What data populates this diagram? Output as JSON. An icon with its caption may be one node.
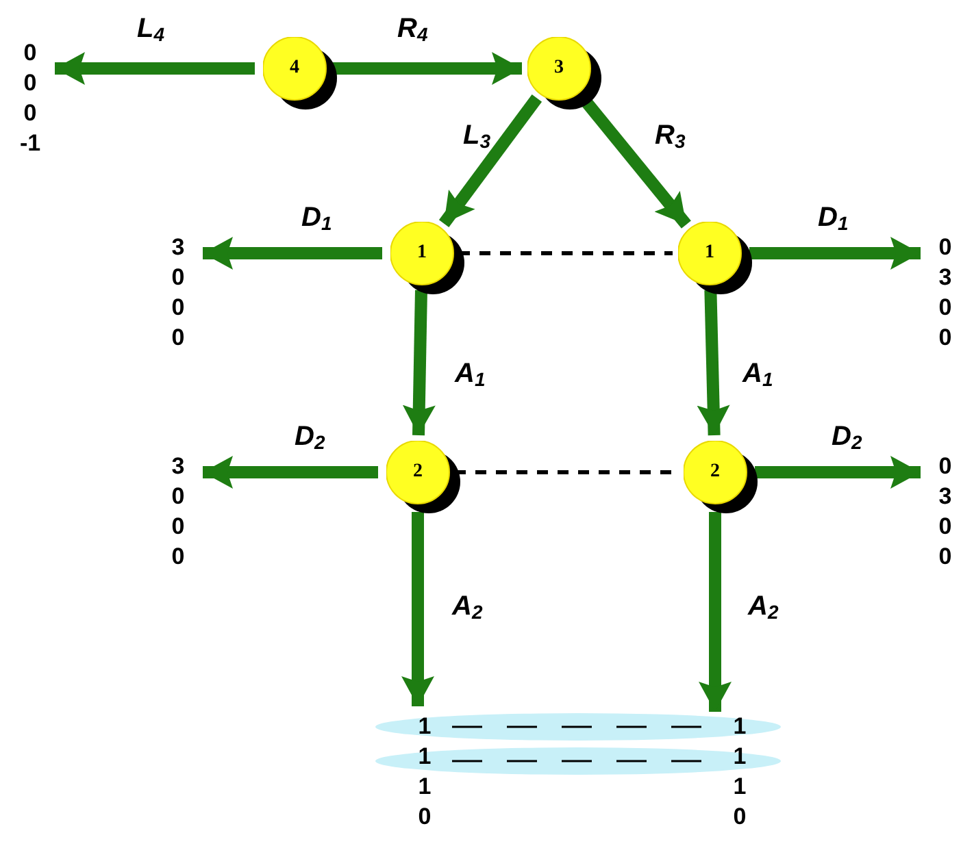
{
  "diagram": {
    "nodes": [
      {
        "text": [
          "4"
        ]
      },
      {
        "text": [
          "3"
        ]
      },
      {
        "text": [
          "1"
        ]
      },
      {
        "text": [
          "1"
        ]
      },
      {
        "text": [
          "2"
        ]
      },
      {
        "text": [
          "2"
        ]
      },
      {
        "text": [
          "0",
          "0",
          "0",
          "-1"
        ]
      },
      {
        "text": [
          "3",
          "0",
          "0",
          "0"
        ]
      },
      {
        "text": [
          "0",
          "3",
          "0",
          "0"
        ]
      },
      {
        "text": [
          "3",
          "0",
          "0",
          "0"
        ]
      },
      {
        "text": [
          "0",
          "3",
          "0",
          "0"
        ]
      },
      {
        "text": [
          "1",
          "1",
          "1",
          "0"
        ]
      },
      {
        "text": [
          "1",
          "1",
          "1",
          "0"
        ]
      }
    ],
    "edges": [
      {
        "from": 0,
        "to": 6,
        "arrow": "to",
        "label": "L$_{4}$"
      },
      {
        "from": 0,
        "to": 1,
        "arrow": "to",
        "label": "R$_{4}$"
      },
      {
        "from": 1,
        "to": 2,
        "arrow": "to",
        "label": "L$_{3}$"
      },
      {
        "from": 1,
        "to": 3,
        "arrow": "to",
        "label": "R$_{3}$"
      },
      {
        "from": 2,
        "to": 7,
        "arrow": "to",
        "label": "D$_{1}$"
      },
      {
        "from": 3,
        "to": 8,
        "arrow": "to",
        "label": "D$_{1}$"
      },
      {
        "from": 2,
        "to": 4,
        "arrow": "to",
        "label": "A$_{1}$"
      },
      {
        "from": 3,
        "to": 5,
        "arrow": "to",
        "label": "A$_{1}$"
      },
      {
        "from": 4,
        "to": 9,
        "arrow": "to",
        "label": "D$_{2}$"
      },
      {
        "from": 5,
        "to": 10,
        "arrow": "to",
        "label": "D$_{2}$"
      },
      {
        "from": 4,
        "to": 11,
        "arrow": "to",
        "label": "A$_{2}$"
      },
      {
        "from": 5,
        "to": 12,
        "arrow": "to",
        "label": "A$_{2}$"
      },
      {
        "from": 2,
        "to": 3,
        "arrow": "none",
        "style": "dashed",
        "color": "#000000"
      },
      {
        "from": 4,
        "to": 5,
        "arrow": "none",
        "style": "dashed",
        "color": "#000000"
      }
    ]
  }
}
